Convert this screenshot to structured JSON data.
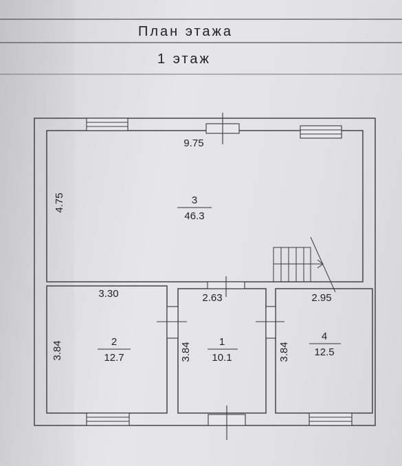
{
  "header": {
    "title": "План этажа",
    "floor": "1 этаж"
  },
  "plan": {
    "overall_width": "9.75",
    "left_height": "4.75",
    "rooms": [
      {
        "number": "3",
        "area": "46.3"
      },
      {
        "number": "2",
        "area": "12.7",
        "width": "3.30",
        "height": "3.84"
      },
      {
        "number": "1",
        "area": "10.1",
        "width": "2.63",
        "height": "3.84"
      },
      {
        "number": "4",
        "area": "12.5",
        "width": "2.95",
        "height": "3.84"
      }
    ]
  },
  "colors": {
    "line": "#3a3a3a",
    "paper": "#e4e4e6"
  }
}
